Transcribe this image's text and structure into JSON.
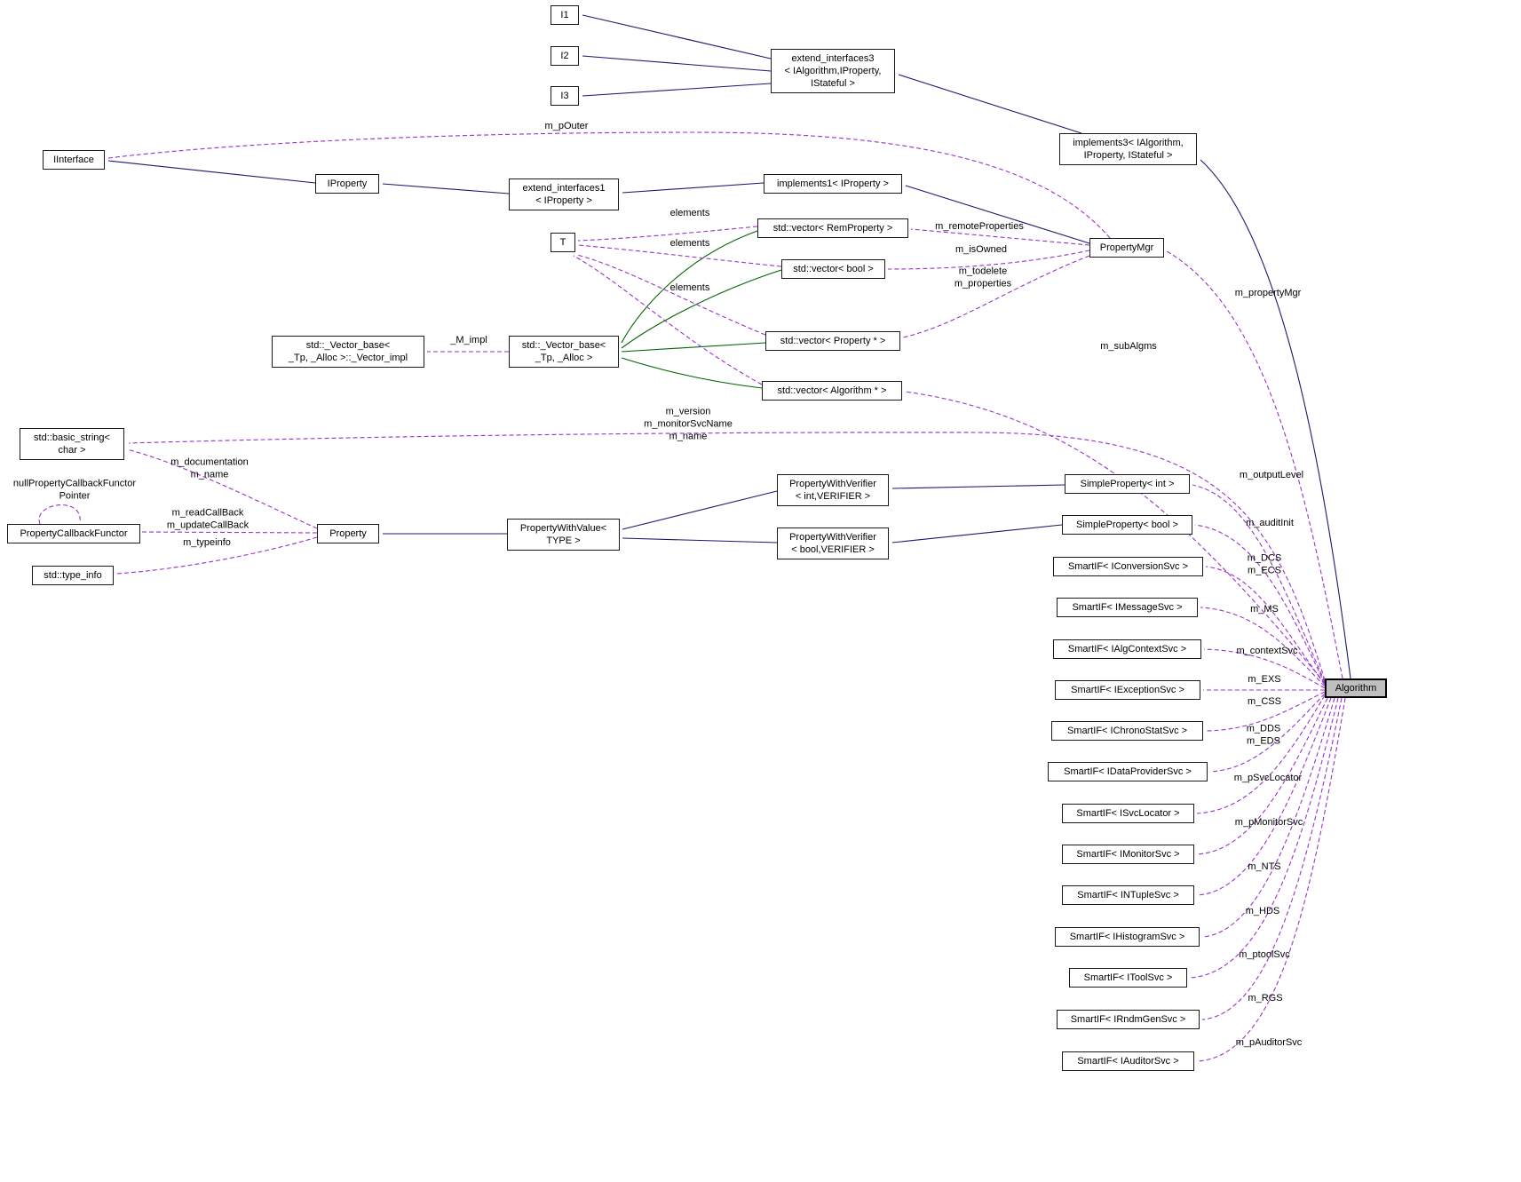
{
  "nodes": {
    "i1": "I1",
    "i2": "I2",
    "i3": "I3",
    "extend_interfaces3": "extend_interfaces3\n< IAlgorithm,IProperty,\nIStateful >",
    "implements3": "implements3< IAlgorithm,\nIProperty, IStateful >",
    "iinterface": "IInterface",
    "iproperty": "IProperty",
    "extend_interfaces1": "extend_interfaces1\n< IProperty >",
    "implements1": "implements1< IProperty >",
    "propertymgr": "PropertyMgr",
    "t": "T",
    "vector_remproperty": "std::vector< RemProperty >",
    "vector_bool": "std::vector< bool >",
    "vector_property": "std::vector< Property * >",
    "vector_algorithm": "std::vector< Algorithm * >",
    "vector_impl": "std::_Vector_base<\n_Tp, _Alloc >::_Vector_impl",
    "vector_base": "std::_Vector_base<\n_Tp, _Alloc >",
    "basic_string": "std::basic_string<\nchar >",
    "property_callback_functor": "PropertyCallbackFunctor",
    "type_info": "std::type_info",
    "property": "Property",
    "property_with_value": "PropertyWithValue<\nTYPE >",
    "property_with_verifier_int": "PropertyWithVerifier\n< int,VERIFIER >",
    "property_with_verifier_bool": "PropertyWithVerifier\n< bool,VERIFIER >",
    "simple_property_int": "SimpleProperty< int >",
    "simple_property_bool": "SimpleProperty< bool >",
    "smartif_iconversionsvc": "SmartIF< IConversionSvc >",
    "smartif_imessagesvc": "SmartIF< IMessageSvc >",
    "smartif_ialgcontextsvc": "SmartIF< IAlgContextSvc >",
    "smartif_iexceptionsvc": "SmartIF< IExceptionSvc >",
    "smartif_ichronostatsvc": "SmartIF< IChronoStatSvc >",
    "smartif_idataprovidersvc": "SmartIF< IDataProviderSvc >",
    "smartif_isvclocator": "SmartIF< ISvcLocator >",
    "smartif_imonitorsvc": "SmartIF< IMonitorSvc >",
    "smartif_intuplesvc": "SmartIF< INTupleSvc >",
    "smartif_ihistogramsvc": "SmartIF< IHistogramSvc >",
    "smartif_itoolsvc": "SmartIF< IToolSvc >",
    "smartif_irndmgensvc": "SmartIF< IRndmGenSvc >",
    "smartif_iauditorsvc": "SmartIF< IAuditorSvc >",
    "algorithm": "Algorithm"
  },
  "edge_labels": {
    "m_pOuter": "m_pOuter",
    "elements": "elements",
    "m_remoteProperties": "m_remoteProperties",
    "m_isOwned": "m_isOwned",
    "m_todelete_m_properties": "m_todelete\nm_properties",
    "M_impl": "_M_impl",
    "m_subAlgms": "m_subAlgms",
    "m_version_group": "m_version\nm_monitorSvcName\nm_name",
    "m_documentation_m_name": "m_documentation\nm_name",
    "nullPropertyCallbackFunctorPointer": "nullPropertyCallbackFunctor\nPointer",
    "m_readCallBack_m_updateCallBack": "m_readCallBack\nm_updateCallBack",
    "m_typeinfo": "m_typeinfo",
    "m_propertyMgr": "m_propertyMgr",
    "m_outputLevel": "m_outputLevel",
    "m_auditInit": "m_auditInit",
    "m_DCS_m_ECS": "m_DCS\nm_ECS",
    "m_MS": "m_MS",
    "m_contextSvc": "m_contextSvc",
    "m_EXS": "m_EXS",
    "m_CSS": "m_CSS",
    "m_DDS_m_EDS": "m_DDS\nm_EDS",
    "m_pSvcLocator": "m_pSvcLocator",
    "m_pMonitorSvc": "m_pMonitorSvc",
    "m_NTS": "m_NTS",
    "m_HDS": "m_HDS",
    "m_ptoolSvc": "m_ptoolSvc",
    "m_RGS": "m_RGS",
    "m_pAuditorSvc": "m_pAuditorSvc"
  },
  "colors": {
    "inheritance_edge": "#191970",
    "usage_edge": "#9932cc",
    "template_edge": "#006400",
    "node_background": "#ffffff",
    "node_border": "#000000",
    "highlight_background": "#bfbfbf"
  }
}
